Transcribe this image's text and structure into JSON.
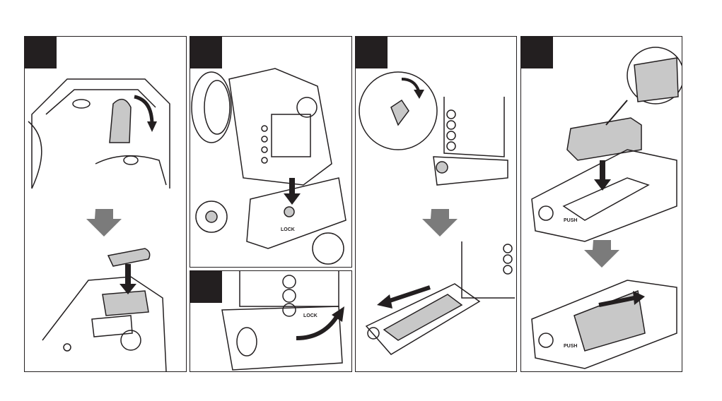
{
  "panels": [
    {
      "id": "step-1",
      "step_badge": ""
    },
    {
      "id": "step-2",
      "step_badge": ""
    },
    {
      "id": "step-3",
      "step_badge": ""
    },
    {
      "id": "step-4",
      "step_badge": ""
    },
    {
      "id": "step-5",
      "step_badge": ""
    }
  ],
  "labels": {
    "push": "PUSH",
    "lock": "LOCK"
  },
  "colors": {
    "line": "#231f20",
    "arrow_gray": "#7b7b7b",
    "fill_gray": "#c8c8c8"
  }
}
